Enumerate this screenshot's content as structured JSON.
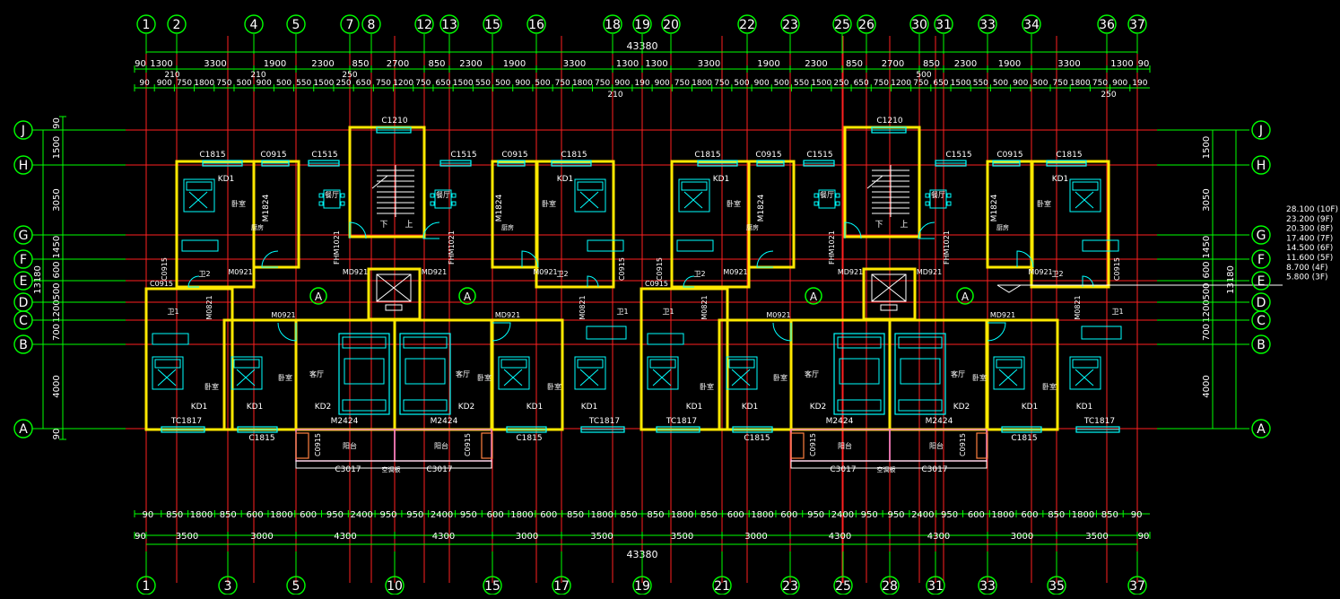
{
  "drawing": {
    "overall_dimension": "43380",
    "axes_top": [
      "1",
      "2",
      "4",
      "5",
      "7",
      "8",
      "12",
      "13",
      "15",
      "16",
      "18",
      "19",
      "20",
      "22",
      "23",
      "25",
      "26",
      "30",
      "31",
      "33",
      "34",
      "36",
      "37"
    ],
    "axes_bottom": [
      "1",
      "3",
      "5",
      "10",
      "15",
      "17",
      "19",
      "21",
      "23",
      "25",
      "28",
      "31",
      "33",
      "35",
      "37"
    ],
    "axes_rows": [
      "J",
      "H",
      "G",
      "F",
      "E",
      "D",
      "C",
      "B",
      "A"
    ],
    "top_dims_row1": [
      "90",
      "1300",
      "3300",
      "1900",
      "2300",
      "850",
      "2700",
      "850",
      "2300",
      "1900",
      "3300",
      "1300",
      "1300",
      "3300",
      "1900",
      "2300",
      "850",
      "2700",
      "850",
      "2300",
      "1900",
      "3300",
      "1300",
      "90"
    ],
    "top_dims_row2": [
      "90",
      "900",
      "750",
      "1800",
      "750",
      "500",
      "900",
      "500",
      "550",
      "1500",
      "250",
      "650",
      "750",
      "1200",
      "750",
      "650",
      "1500",
      "550",
      "500",
      "900",
      "500",
      "750",
      "1800",
      "750",
      "900",
      "190",
      "900",
      "750",
      "1800",
      "750",
      "500",
      "900",
      "500",
      "550",
      "1500",
      "250",
      "650",
      "750",
      "1200",
      "750",
      "650",
      "1500",
      "550",
      "500",
      "900",
      "500",
      "750",
      "1800",
      "750",
      "900",
      "190"
    ],
    "top_dims_row2_extra": [
      "210",
      "210",
      "250",
      "500",
      "250",
      "210"
    ],
    "bottom_dims_row1": [
      "90",
      "850",
      "1800",
      "850",
      "600",
      "1800",
      "600",
      "950",
      "2400",
      "950",
      "950",
      "2400",
      "950",
      "600",
      "1800",
      "600",
      "850",
      "1800",
      "850",
      "850",
      "1800",
      "850",
      "600",
      "1800",
      "600",
      "950",
      "2400",
      "950",
      "950",
      "2400",
      "950",
      "600",
      "1800",
      "600",
      "850",
      "1800",
      "850",
      "90"
    ],
    "bottom_dims_row2": [
      "90",
      "3500",
      "3000",
      "4300",
      "4300",
      "3000",
      "3500",
      "3500",
      "3000",
      "4300",
      "4300",
      "3000",
      "3500",
      "90"
    ],
    "left_dims_outer": "13180",
    "left_dims": [
      "90",
      "1500",
      "3050",
      "1450",
      "600",
      "500",
      "1200",
      "700",
      "4000",
      "90"
    ],
    "right_dims_outer": "13180",
    "right_dims": [
      "1500",
      "3050",
      "1450",
      "600",
      "500",
      "1200",
      "700",
      "4000"
    ],
    "elevations": [
      "28.100 (10F)",
      "23.200 (9F)",
      "20.300 (8F)",
      "17.400 (7F)",
      "14.500 (6F)",
      "11.600 (5F)",
      "8.700 (4F)",
      "5.800 (3F)"
    ],
    "unit_markers": [
      "A",
      "A",
      "A",
      "A"
    ],
    "labels": {
      "c1210": "C1210",
      "c1815": "C1815",
      "c0915": "C0915",
      "c1515": "C1515",
      "kd1": "KD1",
      "kd2": "KD2",
      "m1824": "M1824",
      "m0921": "M0921",
      "md921": "MD921",
      "m0821": "M0821",
      "m2424": "M2424",
      "tc1817": "TC1817",
      "c3017": "C3017",
      "fhm1021": "FHM1021",
      "bedroom": "卧室",
      "kitchen": "厨房",
      "dining": "餐厅",
      "living": "客厅",
      "toilet": "卫2",
      "toilet1": "卫1",
      "balcony": "阳台",
      "up": "上",
      "down": "下",
      "ac_slot": "空调板"
    }
  }
}
